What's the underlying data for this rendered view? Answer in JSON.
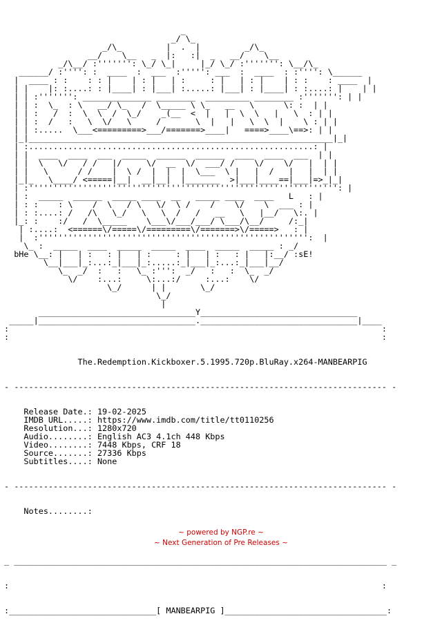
{
  "colors": {
    "text": "#000000",
    "background": "#ffffff",
    "footer_accent": "#cc0000"
  },
  "art_lines": [
    "                                    _",
    "                                  _/ \\_",
    "                    _/\\_         |  .  |         _/\\_",
    "                 __/    \\__   _  |:   :|  _   __/    \\__",
    "           _/\\__/ :''''''': \\_/ \\_|     |_/ \\_/ :''''''': \\__/\\_",
    "   ______/ :'''': :  ____  :  ___  :''''': ___  :  ____  : :'''': \\______",
    "  |  ____ : :    : : |    | : |   | :     : |   | : |    | : :    : ____  |",
    "  | |    |: :....: : |____| : |___| :.....: |___| : |____| : :....: |    | |",
    "  | | :''''''': ______________ ________  _________ ________ :''''''': | |",
    "  | | :  \\_  : \\   __/ \\_   /  \\_____ \\ \\_   __   \\      \\: :  | |",
    "  | | :   /  :  \\  \\  /  \\_/    _(__  <  |   |  \\  \\   |   \\  : | |",
    "  | | :  /   :   \\  \\/   \\     /       \\  |   |   \\  \\  |    \\ : | |",
    "  | | :.....  \\___<=========>___/=======>____|   ====>____\\==>: | |",
    "  |_|______________________________________________________________|_|",
    "  | :..........................................................: |",
    "  | |  ____  ____  ___  _____  ______  ______  ____  ____  ___  | |",
    "  | |  \\   \\/   / /   |/     \\/  __  \\/  ___/ /    \\/    \\/   |  | |",
    "  | |   \\      / /    |  \\ /  |  |  |  \\___  \\ |   |  /   |   |  | |",
    "  |_|_   \\____/ <=====|__|  __|__|  |_______  >|___|____==|___|=>_|_|",
    "  | :''''''''''''''''''''''''''''''''''''''''''''''''''''''''''''''': |",
    "  | :  _____  ______  _____ ____  __   _____ ____  ____   L   : |",
    "  | : :    : \\    /  \\   / \\   \\/  \\ /    /    \\/    \\  ___ : |",
    "  | : :....: /   /\\   \\_/   \\   \\  /   /   __   \\   |__/   \\:. |",
    "  |_: :    :/   /  \\_____    \\___\\/___/___/ \\___/\\__/     /:_|",
    "   | :....:  <======\\/=====\\/=========\\/=======>\\/=====>   : |",
    "   |  :''''''''''''''''''''''''''''''''''''''''''''''''''''''':  |",
    "    \\_ :  _____  ____  _____  _____  ____  _____  _____ : _/",
    "  bHe \\__: |   | :   : |   | :     : |   | :   : |   |:__/ :sE!",
    "        \\__|___|_:...:_|___|_:.....:_|___|_:...:_|___|__/",
    "           \\_  _/  :   :   \\_ :''':  _/   :   :  \\_  _/",
    "             \\/    :...:     \\:...:/     :...:    \\/",
    "                     \\_/      | |       \\_/",
    "                               \\_/",
    "                                |",
    "       ________________________________Y________________________________",
    " _____|________________________________.________________________________|____",
    ":                                                                            :",
    ":                                                                            :"
  ],
  "release": {
    "title": "               The.Redemption.Kickboxer.5.1995.720p.BluRay.x264-MANBEARPIG",
    "rows": [
      {
        "label": "Release Date.:",
        "value": "19-02-2025"
      },
      {
        "label": "IMDB URL.....:",
        "value": "https://www.imdb.com/title/tt0110256"
      },
      {
        "label": "Resolution...:",
        "value": "1280x720"
      },
      {
        "label": "Audio........:",
        "value": "English AC3 4.1ch 448 Kbps"
      },
      {
        "label": "Video........:",
        "value": "7448 Kbps, CRF 18"
      },
      {
        "label": "Source.......:",
        "value": "27336 Kbps"
      },
      {
        "label": "Subtitles....:",
        "value": "None"
      }
    ],
    "notes_label": "Notes........:",
    "notes_value": ""
  },
  "separators": {
    "dash_line": "- ---------------------------------------------------------------------------- -",
    "dot_line": ":                                                                            :",
    "bottom_open": "_ ____________________________________________________________________________ _",
    "closing": ":______________________________[ MANBEARPIG ]_________________________________:"
  },
  "footer": {
    "line1": "~ powered by NGP.re ~",
    "line2": "~ Next Generation of Pre Releases ~"
  }
}
